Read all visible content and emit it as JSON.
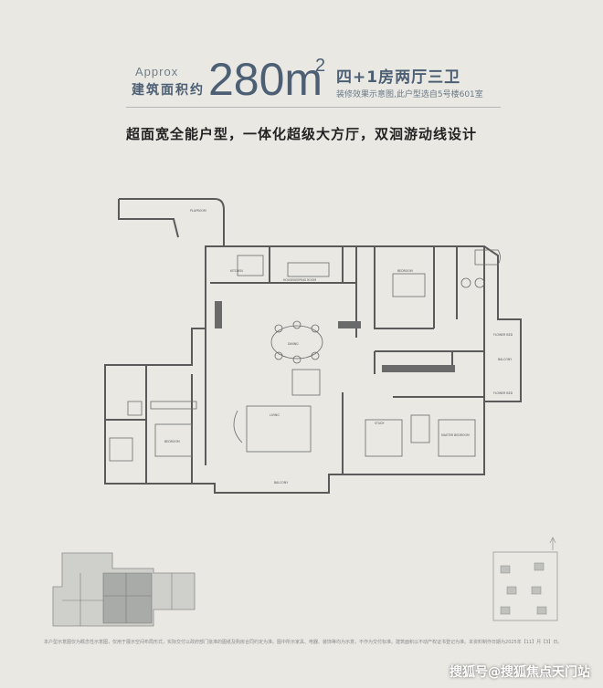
{
  "header": {
    "approx": "Approx",
    "area_label": "建筑面积约",
    "area_value": "280m",
    "area_sup": "2",
    "type": "四+1房两厅三卫",
    "note": "装修效果示意图,此户型选自5号楼601室"
  },
  "slogan": "超面宽全能户型，一体化超级大方厅，双洄游动线设计",
  "rooms": {
    "playroom": "PLAYROOM",
    "kitchen": "KITCHEN",
    "housekeeping": "HOUSEKEEPING ROOM",
    "bedroom_top": "BEDROOM",
    "dining": "DINING",
    "living": "LIVING",
    "bedroom_left": "BEDROOM",
    "study": "STUDY",
    "master": "MASTER BEDROOM",
    "balcony_bottom": "BALCONY",
    "balcony_right": "BALCONY",
    "flower_top": "FLOWER BED",
    "flower_bottom": "FLOWER BED"
  },
  "disclaimer": "本户型示意图仅为概念性示意图，仅用于展示空间布局形式，实际交付以政府部门批准的图纸及购房合同约定为准。图中所示家具、电器、装饰等均为示意，不作为交付标准。建筑面积以不动产权证书登记为准。本资料制作日期为2025年【11】月【3】日。",
  "watermark": "搜狐号@搜狐焦点天门站"
}
